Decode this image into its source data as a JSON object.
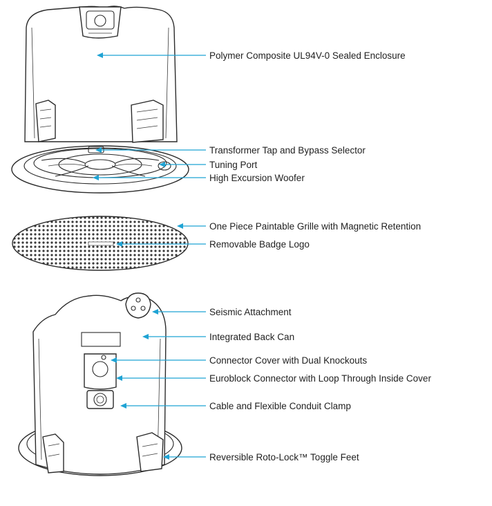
{
  "colors": {
    "callout": "#1fa3d4",
    "outline": "#2b2b2b",
    "text": "#222222"
  },
  "callouts": [
    {
      "id": "enclosure",
      "text": "Polymer Composite UL94V-0 Sealed Enclosure"
    },
    {
      "id": "transformer",
      "text": "Transformer Tap and Bypass Selector"
    },
    {
      "id": "tuning",
      "text": "Tuning Port"
    },
    {
      "id": "woofer",
      "text": "High Excursion Woofer"
    },
    {
      "id": "grille",
      "text": "One Piece Paintable Grille with Magnetic Retention"
    },
    {
      "id": "badge",
      "text": "Removable Badge Logo"
    },
    {
      "id": "seismic",
      "text": "Seismic Attachment"
    },
    {
      "id": "backcan",
      "text": "Integrated Back Can"
    },
    {
      "id": "connector-cover",
      "text": "Connector Cover with Dual Knockouts"
    },
    {
      "id": "euroblock",
      "text": "Euroblock Connector with Loop Through Inside Cover"
    },
    {
      "id": "clamp",
      "text": "Cable and Flexible Conduit Clamp"
    },
    {
      "id": "feet",
      "text": "Reversible Roto-Lock™ Toggle Feet"
    }
  ]
}
